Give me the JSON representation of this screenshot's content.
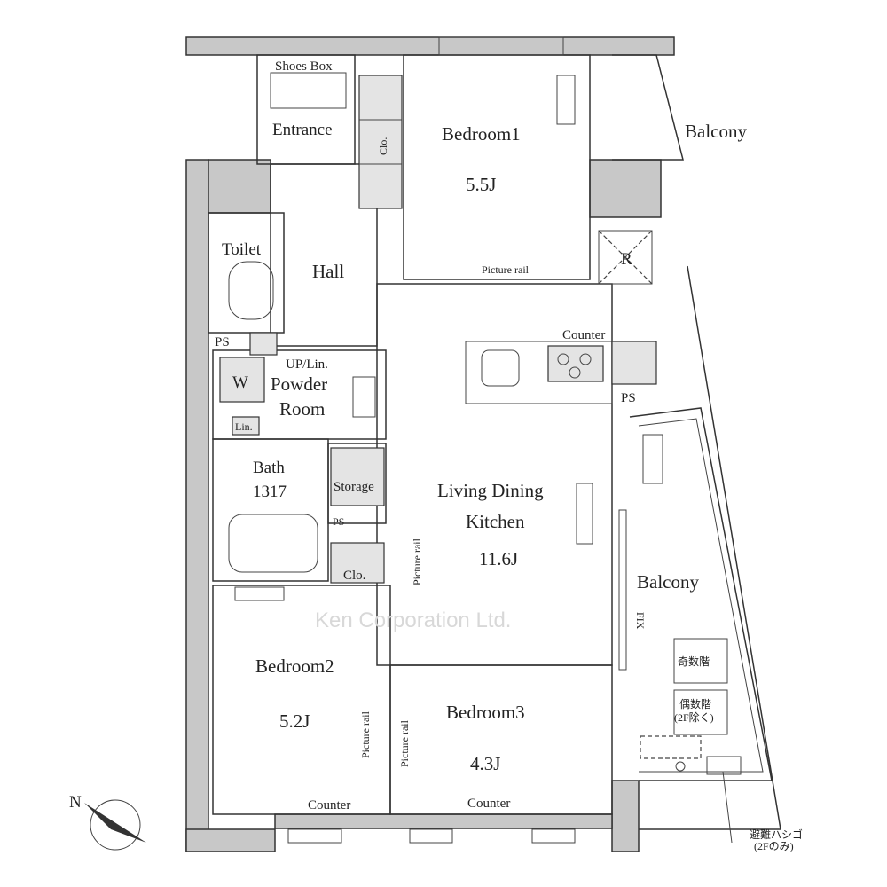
{
  "plan": {
    "rooms": {
      "shoes_box": "Shoes Box",
      "entrance": "Entrance",
      "closet_1": "Clo.",
      "bedroom1": "Bedroom1",
      "bedroom1_size": "5.5J",
      "balcony_top": "Balcony",
      "toilet": "Toilet",
      "hall": "Hall",
      "picture_rail_1": "Picture rail",
      "refrigerator": "R",
      "ps_1": "PS",
      "up_lin": "UP/Lin.",
      "washer": "W",
      "powder_room_1": "Powder",
      "powder_room_2": "Room",
      "linen": "Lin.",
      "counter_kitchen": "Counter",
      "ps_2": "PS",
      "bath": "Bath",
      "bath_size": "1317",
      "storage": "Storage",
      "ps_3": "PS",
      "ldk_1": "Living Dining",
      "ldk_2": "Kitchen",
      "ldk_size": "11.6J",
      "picture_rail_2": "Picture rail",
      "closet_2": "Clo.",
      "balcony_right": "Balcony",
      "fix": "FIX",
      "bedroom2": "Bedroom2",
      "bedroom2_size": "5.2J",
      "picture_rail_3": "Picture rail",
      "picture_rail_4": "Picture rail",
      "bedroom3": "Bedroom3",
      "bedroom3_size": "4.3J",
      "counter_bed2": "Counter",
      "counter_bed3": "Counter",
      "odd_floors": "奇数階",
      "even_floors": "偶数階",
      "even_floors_note": "(2F除く)",
      "escape_ladder": "避難ハシゴ",
      "escape_ladder_note": "(2Fのみ)"
    },
    "watermark": "Ken Corporation Ltd.",
    "compass_label": "N"
  }
}
